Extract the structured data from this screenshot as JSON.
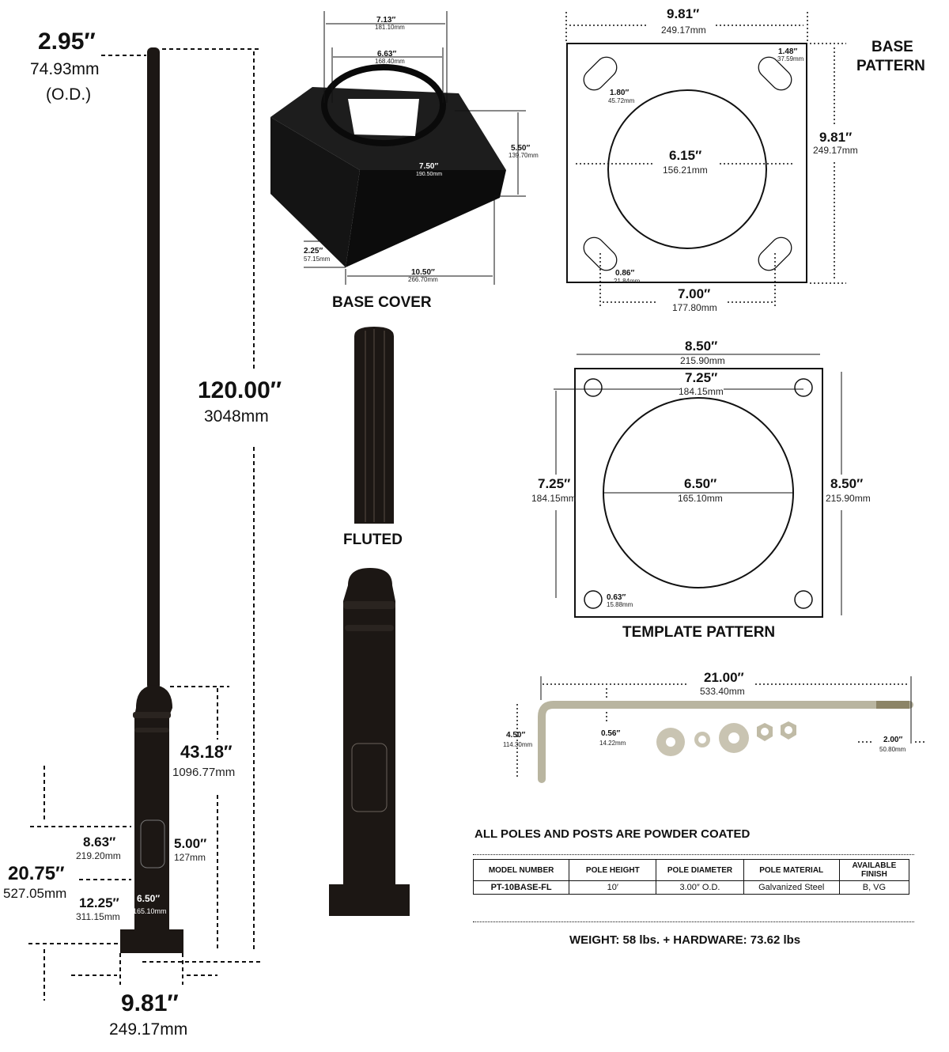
{
  "pole": {
    "od": "2.95″",
    "od_mm": "74.93mm",
    "od_note": "(O.D.)",
    "height": "120.00″",
    "height_mm": "3048mm",
    "base_section": "43.18″",
    "base_section_mm": "1096.77mm",
    "door_height": "8.63″",
    "door_height_mm": "219.20mm",
    "door_width": "5.00″",
    "door_width_mm": "127mm",
    "door_to_base": "20.75″",
    "door_to_base_mm": "527.05mm",
    "door_offset": "12.25″",
    "door_offset_mm": "311.15mm",
    "base_diameter": "6.50″",
    "base_diameter_mm": "165.10mm",
    "plate_width": "9.81″",
    "plate_width_mm": "249.17mm"
  },
  "base_cover": {
    "label": "BASE COVER",
    "top_outer": "7.13″",
    "top_outer_mm": "181.10mm",
    "top_inner": "6.63″",
    "top_inner_mm": "168.40mm",
    "height": "5.50″",
    "height_mm": "139.70mm",
    "slope": "7.50″",
    "slope_mm": "190.50mm",
    "skirt": "2.25″",
    "skirt_mm": "57.15mm",
    "width": "10.50″",
    "width_mm": "266.70mm"
  },
  "base_pattern": {
    "label_line1": "BASE",
    "label_line2": "PATTERN",
    "width": "9.81″",
    "width_mm": "249.17mm",
    "height": "9.81″",
    "height_mm": "249.17mm",
    "corner": "1.48″",
    "corner_mm": "37.59mm",
    "slot_length": "1.80″",
    "slot_length_mm": "45.72mm",
    "center_hole": "6.15″",
    "center_hole_mm": "156.21mm",
    "slot_width": "0.86″",
    "slot_width_mm": "21.84mm",
    "bolt_spacing": "7.00″",
    "bolt_spacing_mm": "177.80mm"
  },
  "fluted": {
    "label": "FLUTED"
  },
  "template": {
    "label": "TEMPLATE PATTERN",
    "width": "8.50″",
    "width_mm": "215.90mm",
    "height": "8.50″",
    "height_mm": "215.90mm",
    "hole_spacing_h": "7.25″",
    "hole_spacing_h_mm": "184.15mm",
    "hole_spacing_v": "7.25″",
    "hole_spacing_v_mm": "184.15mm",
    "center_hole": "6.50″",
    "center_hole_mm": "165.10mm",
    "bolt_hole": "0.63″",
    "bolt_hole_mm": "15.88mm"
  },
  "anchor_bolt": {
    "length": "21.00″",
    "length_mm": "533.40mm",
    "hook": "4.50″",
    "hook_mm": "114.30mm",
    "diameter": "0.56″",
    "diameter_mm": "14.22mm",
    "thread": "2.00″",
    "thread_mm": "50.80mm"
  },
  "specs": {
    "title": "ALL POLES AND POSTS ARE POWDER COATED",
    "headers": [
      "MODEL NUMBER",
      "POLE HEIGHT",
      "POLE DIAMETER",
      "POLE MATERIAL",
      "AVAILABLE FINISH"
    ],
    "row": [
      "PT-10BASE-FL",
      "10′",
      "3.00″ O.D.",
      "Galvanized Steel",
      "B, VG"
    ],
    "weight": "WEIGHT: 58 lbs. + HARDWARE: 73.62 lbs"
  },
  "colors": {
    "pole": "#1c1714",
    "bolt": "#b9b5a0"
  }
}
